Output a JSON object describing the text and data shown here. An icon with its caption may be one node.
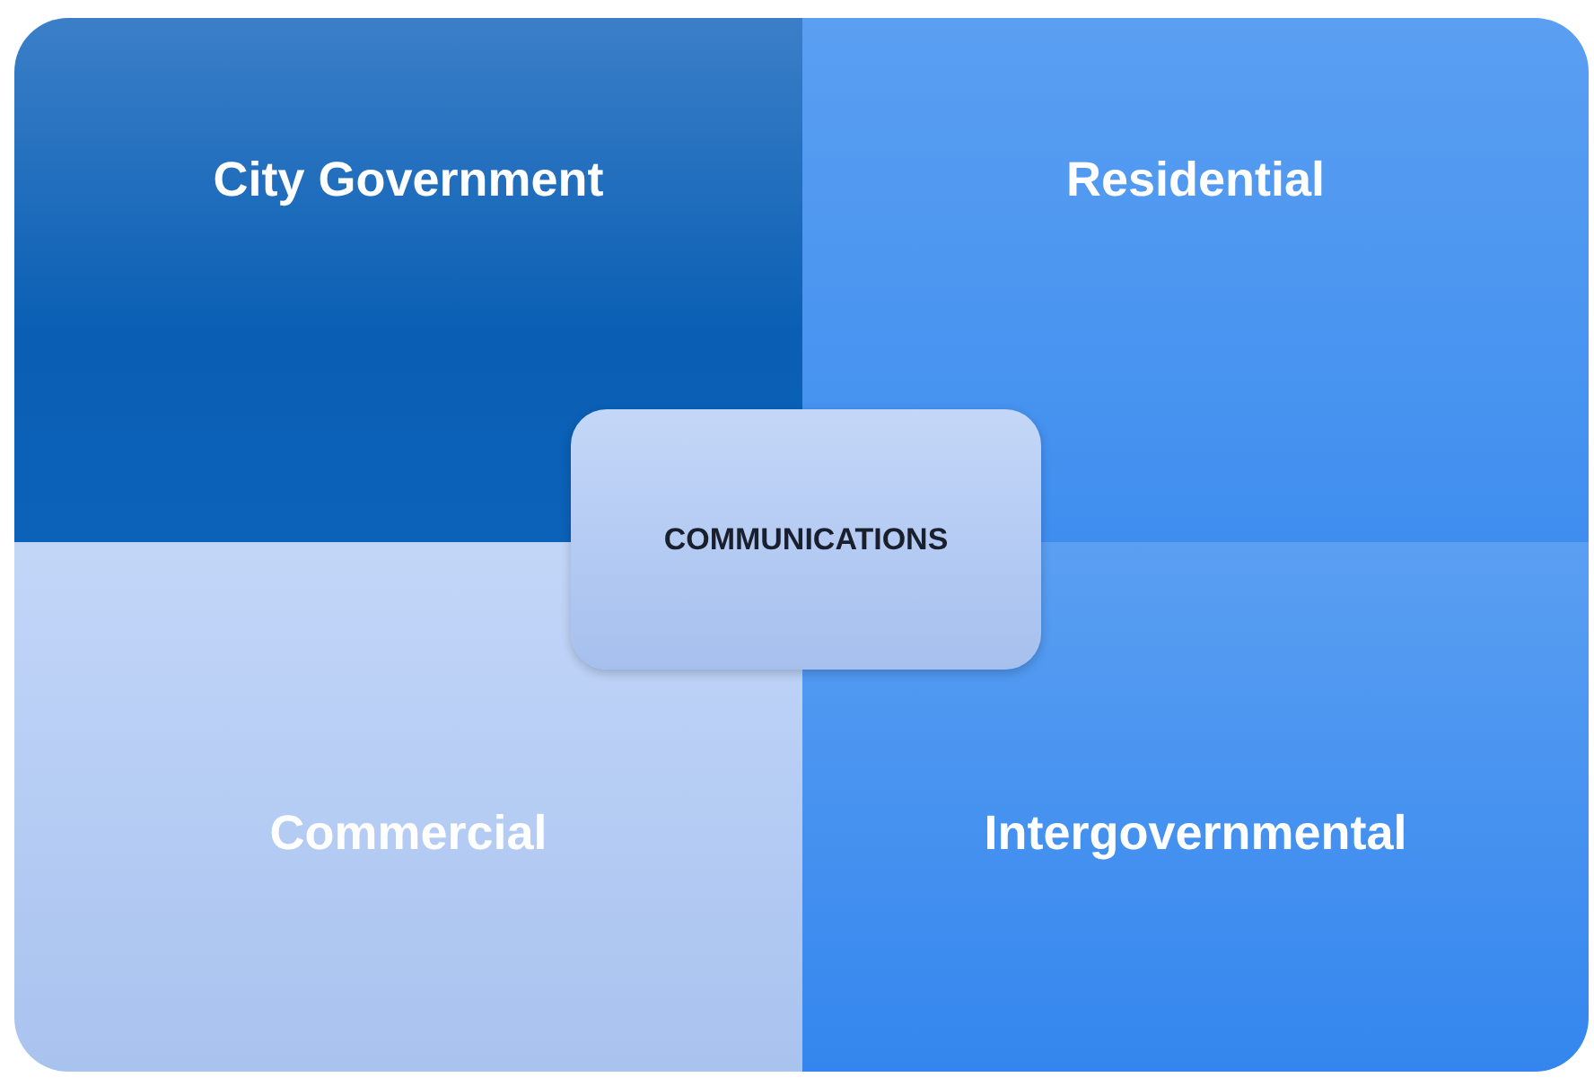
{
  "diagram": {
    "nodes": [
      {
        "text": [
          "City Government"
        ]
      },
      {
        "text": [
          "Residential"
        ]
      },
      {
        "text": [
          "Commercial"
        ]
      },
      {
        "text": [
          "Intergovernmental"
        ]
      },
      {
        "text": [
          "COMMUNICATIONS"
        ]
      }
    ]
  }
}
